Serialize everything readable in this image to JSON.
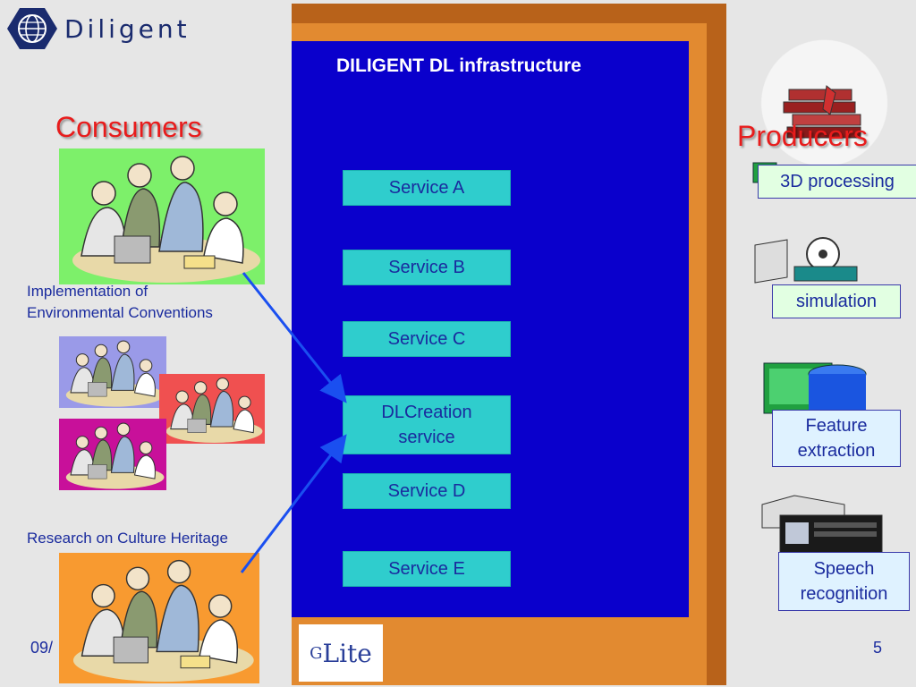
{
  "brand": {
    "name": "Diligent"
  },
  "consumers": {
    "title": "Consumers",
    "caption1": "Implementation of",
    "caption2": "Environmental Conventions",
    "caption3": "Research on Culture Heritage"
  },
  "infrastructure": {
    "title": "DILIGENT DL infrastructure",
    "services": [
      {
        "label": "Service A"
      },
      {
        "label": "Service B"
      },
      {
        "label": "Service C"
      },
      {
        "label": "DLCreation",
        "label2": "service"
      },
      {
        "label": "Service D"
      },
      {
        "label": "Service E"
      }
    ],
    "glite": {
      "g": "G",
      "lite": "Lite"
    }
  },
  "producers": {
    "title": "Producers",
    "items": [
      {
        "label": "3D processing"
      },
      {
        "label": "simulation"
      },
      {
        "label": "Feature",
        "label2": "extraction"
      },
      {
        "label": "Speech",
        "label2": "recognition"
      }
    ]
  },
  "footer": {
    "date": "09/",
    "page": "5"
  },
  "colors": {
    "infra_bg": "#0a00cc",
    "frame": "#e28a30",
    "service_bg": "#2fcdcd",
    "title_red": "#e81c1c",
    "text_blue": "#1a2b9e"
  }
}
